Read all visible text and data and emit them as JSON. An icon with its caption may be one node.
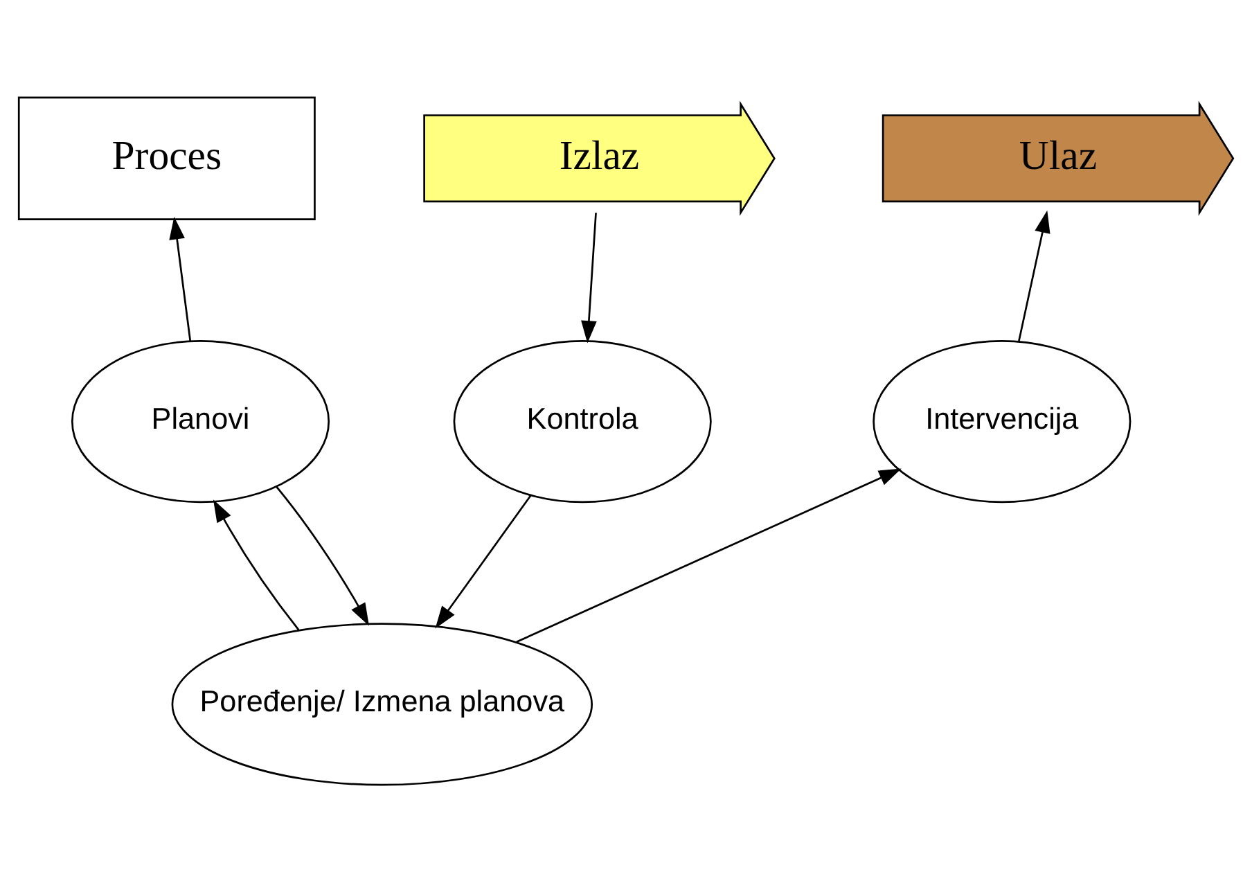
{
  "diagram": {
    "nodes": [
      {
        "text": [
          "Ulaz"
        ]
      },
      {
        "text": [
          "Proces"
        ]
      },
      {
        "text": [
          "Izlaz"
        ]
      },
      {
        "text": [
          "Intervencija"
        ]
      },
      {
        "text": [
          "Planovi"
        ]
      },
      {
        "text": [
          "Kontrola"
        ]
      },
      {
        "text": [
          "Poređenje/ Izmena planova"
        ]
      }
    ],
    "edges": [
      {
        "from": 3,
        "to": 0,
        "arrow": "to"
      },
      {
        "from": 4,
        "to": 1,
        "arrow": "to"
      },
      {
        "from": 2,
        "to": 5,
        "arrow": "to"
      },
      {
        "from": 5,
        "to": 6,
        "arrow": "to"
      },
      {
        "from": 6,
        "to": 3,
        "arrow": "to"
      },
      {
        "from": 6,
        "to": 4,
        "arrow": "to"
      },
      {
        "from": 4,
        "to": 6,
        "arrow": "to"
      }
    ]
  }
}
